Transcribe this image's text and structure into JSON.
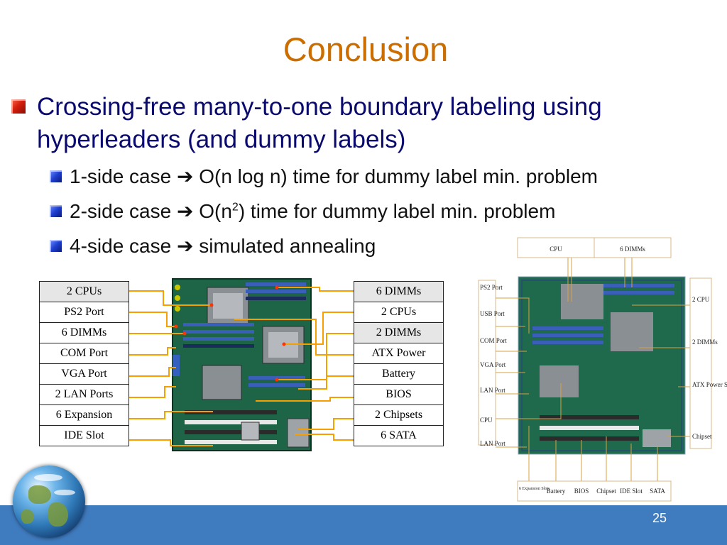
{
  "slide": {
    "title": "Conclusion",
    "main_bullet": "Crossing-free many-to-one boundary labeling using hyperleaders (and dummy labels)",
    "sub_bullets": [
      {
        "prefix": "1-side case",
        "arrow": "➔",
        "text": "O(n log n) time for dummy label min. problem"
      },
      {
        "prefix": "2-side case",
        "arrow": "➔",
        "text": "O(n",
        "sup": "2",
        "after": ") time for dummy label min. problem"
      },
      {
        "prefix": "4-side case",
        "arrow": "➔",
        "text": "simulated annealing"
      }
    ],
    "page_number": "25"
  },
  "left_table": [
    "2 CPUs",
    "PS2 Port",
    "6 DIMMs",
    "COM Port",
    "VGA Port",
    "2 LAN Ports",
    "6 Expansion",
    "IDE Slot"
  ],
  "right_table": [
    "6 DIMMs",
    "2 CPUs",
    "2 DIMMs",
    "ATX Power",
    "Battery",
    "BIOS",
    "2 Chipsets",
    "6 SATA"
  ],
  "shaded_rows": {
    "left": [
      0
    ],
    "right": [
      0,
      2
    ]
  },
  "right_diagram": {
    "top": [
      "CPU",
      "6 DIMMs"
    ],
    "left": [
      "PS2 Port",
      "USB Port",
      "COM Port",
      "VGA Port",
      "LAN Port",
      "CPU",
      "LAN Port"
    ],
    "right": [
      "2 CPU",
      "2 DIMMs",
      "ATX Power Supply",
      "Chipset"
    ],
    "bottom": [
      "6 Expansion Slots",
      "Battery",
      "BIOS",
      "Chipset",
      "IDE Slot",
      "SATA"
    ]
  },
  "colors": {
    "title": "#cc6d00",
    "main_text": "#0a0a6e",
    "leader": "#f5a000",
    "footer": "#3f7bbf"
  }
}
